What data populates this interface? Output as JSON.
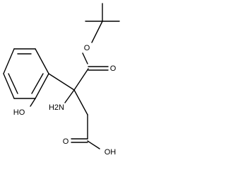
{
  "structure": {
    "atoms": {
      "ester_oxygen": "O",
      "carbonyl_oxygen": "O",
      "phenol_hydroxyl": "HO",
      "amino_group": "H2N",
      "acid_carbonyl_oxygen": "O",
      "acid_hydroxyl": "OH"
    }
  },
  "colors": {
    "bond": "#000000",
    "label": "#000000",
    "background": "#ffffff"
  }
}
